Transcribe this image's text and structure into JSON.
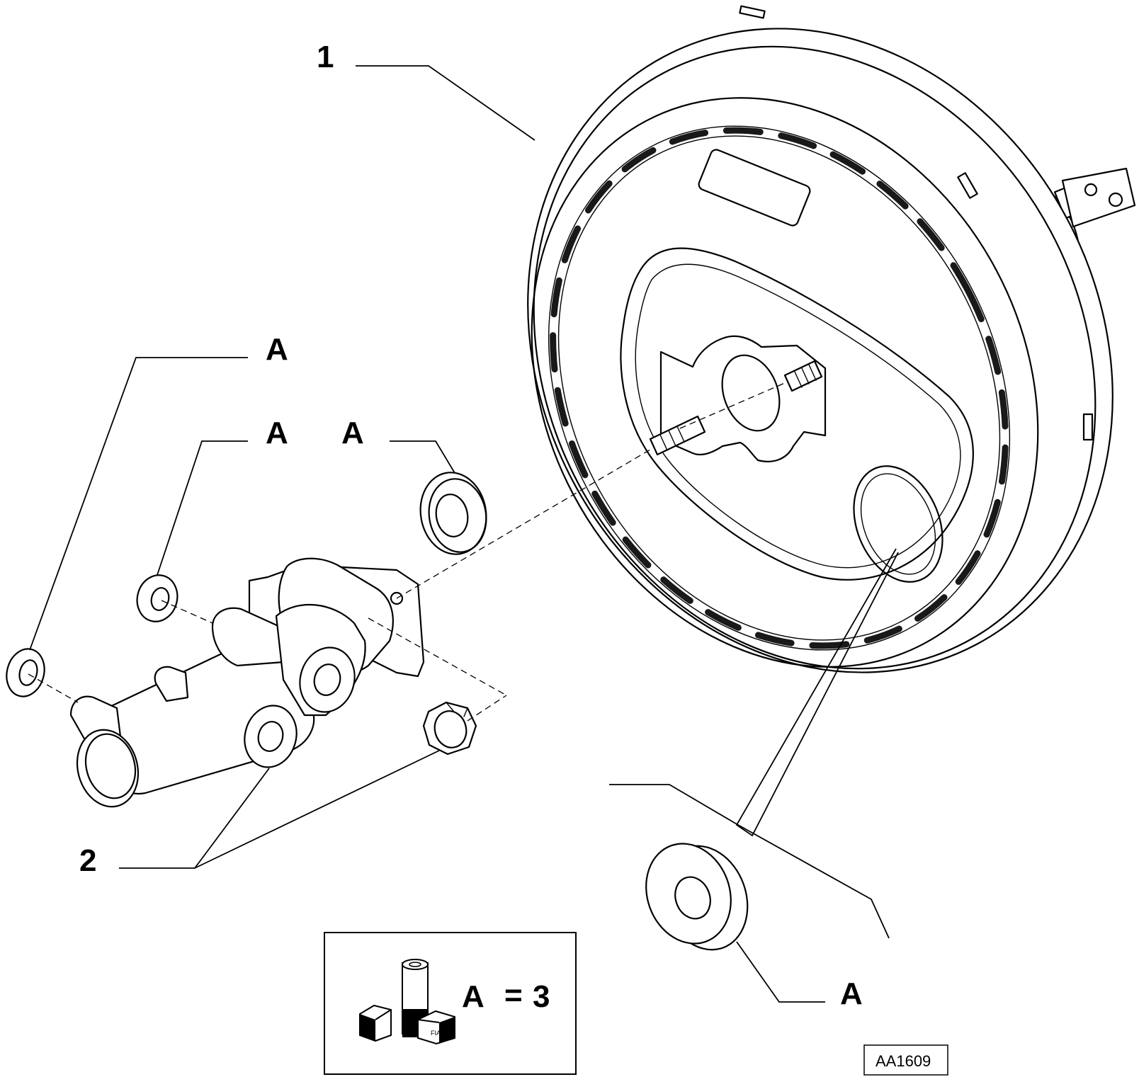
{
  "callouts": {
    "booster": "1",
    "master_cylinder": "2",
    "seal_left_outer": "A",
    "seal_left_inner": "A",
    "seal_center": "A",
    "grommet": "A"
  },
  "legend": {
    "label": "A",
    "equals": "=",
    "quantity": "3",
    "icon_name": "fiat-kit-icon",
    "icon_text": "FIAT"
  },
  "reference_code": "AA1609",
  "colors": {
    "ink": "#000000",
    "paper": "#ffffff"
  }
}
